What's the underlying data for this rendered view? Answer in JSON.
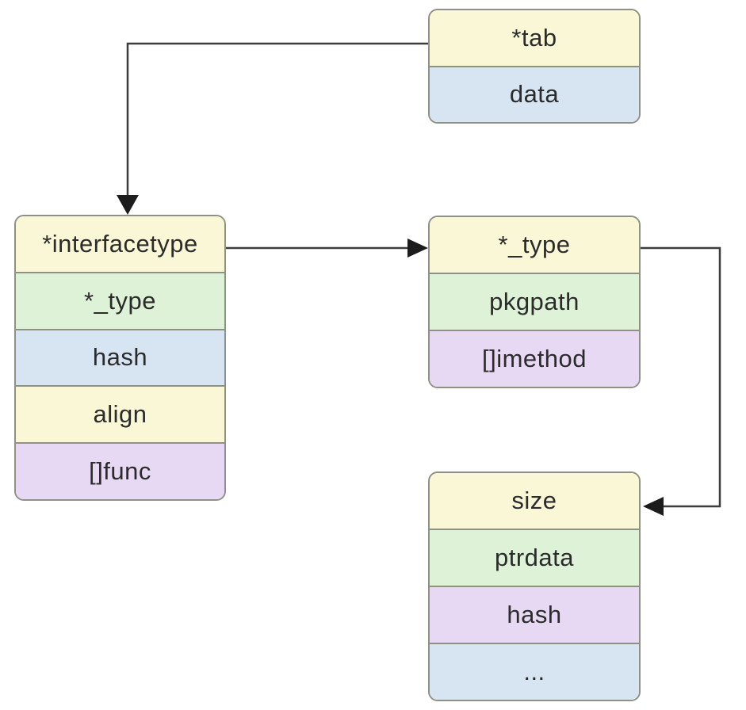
{
  "colors": {
    "yellow": "#faf7d7",
    "green": "#ddf2d6",
    "blue": "#d7e5f3",
    "purple": "#e7d9f3",
    "box_border": "#8f9086",
    "connector_line": "#3d3d3d",
    "arrowhead": "#1c1c1c",
    "text": "#2b2b2b",
    "background": "#ffffff"
  },
  "boxes": {
    "itab": {
      "rows": [
        {
          "label": "*tab",
          "fill": "#faf7d7"
        },
        {
          "label": "data",
          "fill": "#d7e5f3"
        }
      ]
    },
    "interfacetype": {
      "rows": [
        {
          "label": "*interfacetype",
          "fill": "#faf7d7"
        },
        {
          "label": "*_type",
          "fill": "#ddf2d6"
        },
        {
          "label": "hash",
          "fill": "#d7e5f3"
        },
        {
          "label": "align",
          "fill": "#faf7d7"
        },
        {
          "label": "[]func",
          "fill": "#e7d9f3"
        }
      ]
    },
    "type": {
      "rows": [
        {
          "label": "*_type",
          "fill": "#faf7d7"
        },
        {
          "label": "pkgpath",
          "fill": "#ddf2d6"
        },
        {
          "label": "[]imethod",
          "fill": "#e7d9f3"
        }
      ]
    },
    "size": {
      "rows": [
        {
          "label": "size",
          "fill": "#faf7d7"
        },
        {
          "label": "ptrdata",
          "fill": "#ddf2d6"
        },
        {
          "label": "hash",
          "fill": "#e7d9f3"
        },
        {
          "label": "...",
          "fill": "#d7e5f3"
        }
      ]
    }
  }
}
